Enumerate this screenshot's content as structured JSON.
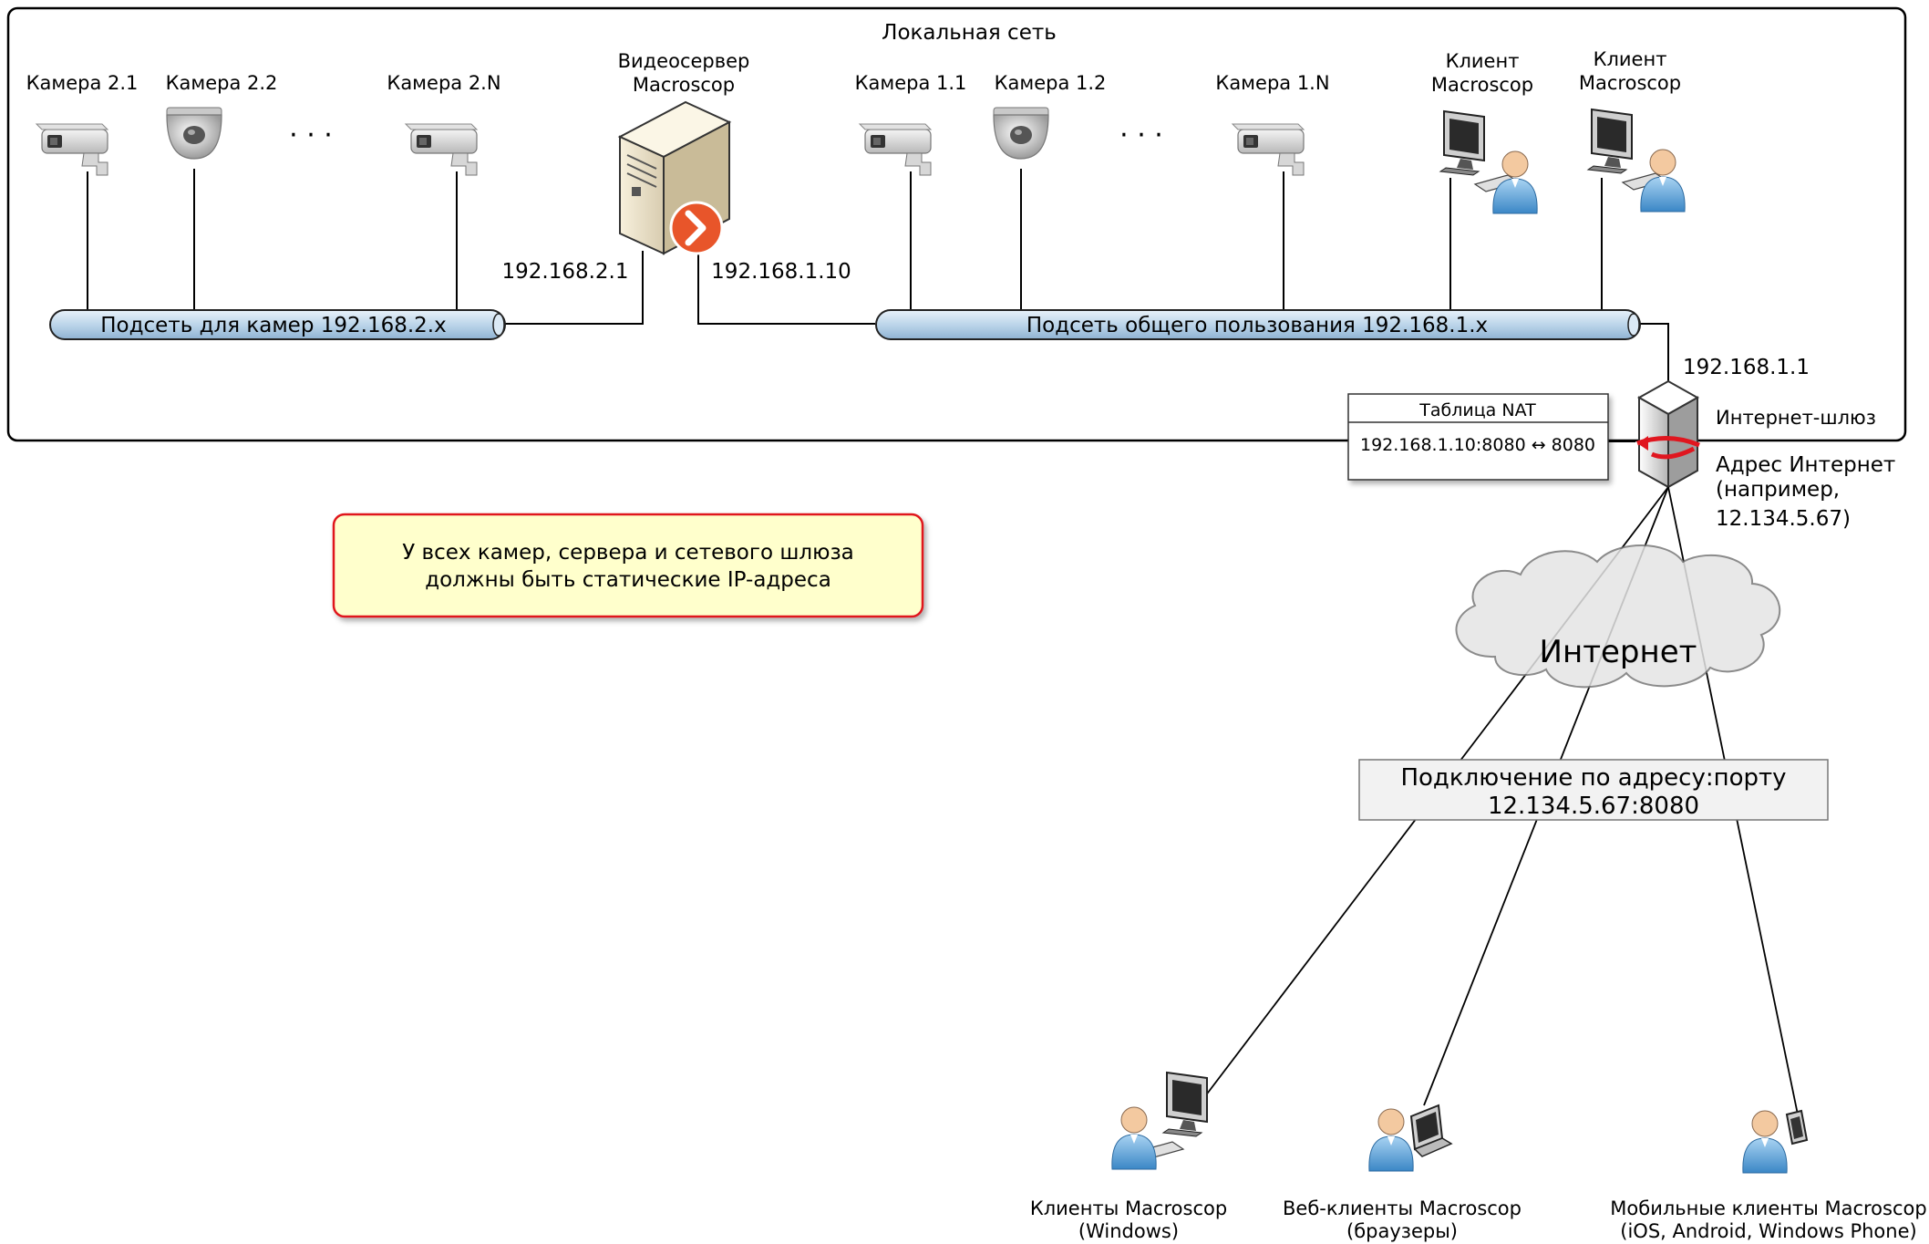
{
  "local_network": {
    "title": "Локальная сеть"
  },
  "cameras_2": [
    {
      "label": "Камера 2.1",
      "kind": "box-camera"
    },
    {
      "label": "Камера 2.2",
      "kind": "dome-camera"
    },
    {
      "label": "Камера 2.N",
      "kind": "box-camera"
    }
  ],
  "cameras_1": [
    {
      "label": "Камера 1.1",
      "kind": "box-camera"
    },
    {
      "label": "Камера 1.2",
      "kind": "dome-camera"
    },
    {
      "label": "Камера 1.N",
      "kind": "box-camera"
    }
  ],
  "ellipsis": "· · ·",
  "server": {
    "line1": "Видеосервер",
    "line2": "Macroscop",
    "ip_left": "192.168.2.1",
    "ip_right": "192.168.1.10"
  },
  "clients_local": [
    {
      "line1": "Клиент",
      "line2": "Macroscop"
    },
    {
      "line1": "Клиент",
      "line2": "Macroscop"
    }
  ],
  "subnets": {
    "cameras": "Подсеть для камер 192.168.2.x",
    "general": "Подсеть общего пользования 192.168.1.x"
  },
  "gateway": {
    "ip": "192.168.1.1",
    "label": "Интернет-шлюз",
    "addr_line1": "Адрес Интернет",
    "addr_line2": "(например,",
    "addr_line3": "12.134.5.67)"
  },
  "nat": {
    "title": "Таблица NAT",
    "rule": "192.168.1.10:8080 ↔ 8080"
  },
  "note": {
    "line1": "У всех камер, сервера и сетевого шлюза",
    "line2": "должны быть статические IP-адреса",
    "border_color": "#e0161f",
    "fill_color": "#ffffcc"
  },
  "internet": {
    "label": "Интернет"
  },
  "connection": {
    "line1": "Подключение по адресу:порту",
    "line2": "12.134.5.67:8080"
  },
  "remote_clients": [
    {
      "line1": "Клиенты Macroscop",
      "line2": "(Windows)",
      "icon": "desktop-user-icon"
    },
    {
      "line1": "Веб-клиенты Macroscop",
      "line2": "(браузеры)",
      "icon": "laptop-user-icon"
    },
    {
      "line1": "Мобильные клиенты Macroscop",
      "line2": "(iOS, Android, Windows Phone)",
      "icon": "mobile-user-icon"
    }
  ],
  "colors": {
    "pipe_fill": "#cfe2f1",
    "server_badge": "#e8552a",
    "arrow_red": "#e0161f"
  }
}
